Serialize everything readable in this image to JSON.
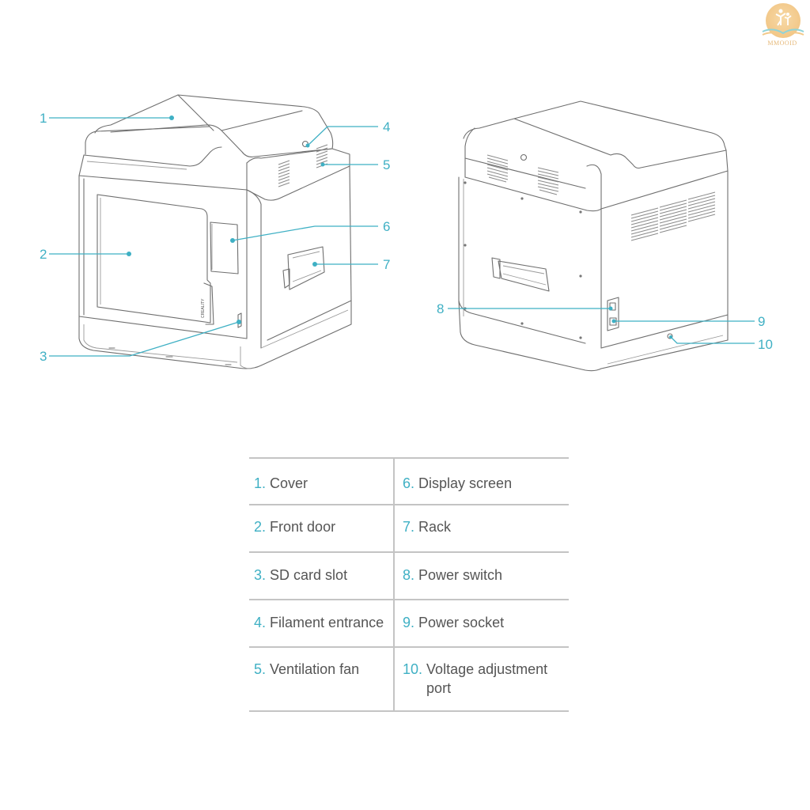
{
  "watermark": {
    "text": "MMOOID",
    "colors": {
      "sun": "#f0c07c",
      "book": "#8fd3d8"
    }
  },
  "brand_label": "CREALITY",
  "colors": {
    "accent": "#3fb0c4",
    "line": "#6f6f6f",
    "text": "#555555",
    "table_rule": "#c4c4c4"
  },
  "callouts": {
    "front_view": [
      "1",
      "2",
      "3",
      "4",
      "5",
      "6",
      "7"
    ],
    "back_view": [
      "8",
      "9",
      "10"
    ]
  },
  "parts_table": {
    "rows": [
      {
        "left": {
          "num": "1.",
          "label": "Cover"
        },
        "right": {
          "num": "6.",
          "label": "Display screen"
        }
      },
      {
        "left": {
          "num": "2.",
          "label": "Front door"
        },
        "right": {
          "num": "7.",
          "label": "Rack"
        }
      },
      {
        "left": {
          "num": "3.",
          "label": "SD card slot"
        },
        "right": {
          "num": "8.",
          "label": "Power switch"
        }
      },
      {
        "left": {
          "num": "4.",
          "label": "Filament entrance"
        },
        "right": {
          "num": "9.",
          "label": "Power socket"
        }
      },
      {
        "left": {
          "num": "5.",
          "label": "Ventilation fan"
        },
        "right": {
          "num": "10.",
          "label": "Voltage adjustment",
          "label2": "port"
        }
      }
    ]
  }
}
